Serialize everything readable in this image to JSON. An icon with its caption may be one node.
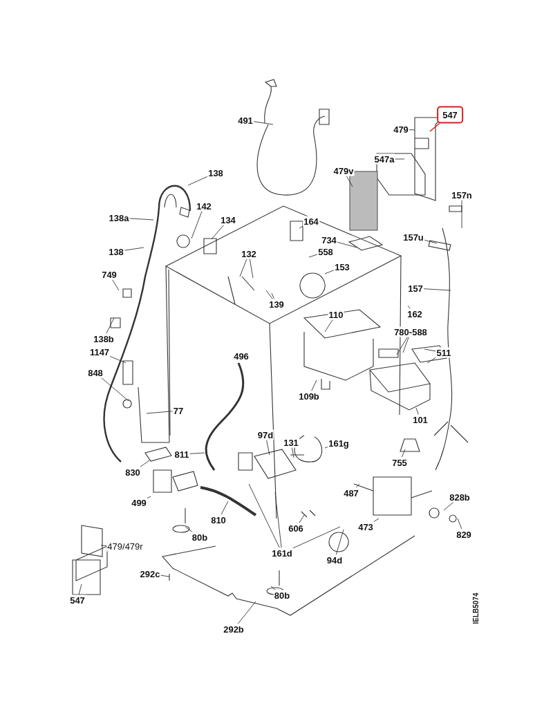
{
  "diagram": {
    "nodes": [
      {
        "text": [
          "491"
        ]
      },
      {
        "text": [
          "547"
        ]
      },
      {
        "text": [
          "479"
        ]
      },
      {
        "text": [
          "547a"
        ]
      },
      {
        "text": [
          "138"
        ]
      },
      {
        "text": [
          "479v"
        ]
      },
      {
        "text": [
          "157n"
        ]
      },
      {
        "text": [
          "142"
        ]
      },
      {
        "text": [
          "134"
        ]
      },
      {
        "text": [
          "138a"
        ]
      },
      {
        "text": [
          "164"
        ]
      },
      {
        "text": [
          "157u"
        ]
      },
      {
        "text": [
          "734"
        ]
      },
      {
        "text": [
          "138"
        ]
      },
      {
        "text": [
          "558"
        ]
      },
      {
        "text": [
          "132"
        ]
      },
      {
        "text": [
          "153"
        ]
      },
      {
        "text": [
          "749"
        ]
      },
      {
        "text": [
          "139"
        ]
      },
      {
        "text": [
          "157"
        ]
      },
      {
        "text": [
          "162"
        ]
      },
      {
        "text": [
          "110"
        ]
      },
      {
        "text": [
          "780-588"
        ]
      },
      {
        "text": [
          "138b"
        ]
      },
      {
        "text": [
          "1147"
        ]
      },
      {
        "text": [
          "511"
        ]
      },
      {
        "text": [
          "848"
        ]
      },
      {
        "text": [
          "109b"
        ]
      },
      {
        "text": [
          "77"
        ]
      },
      {
        "text": [
          "101"
        ]
      },
      {
        "text": [
          "97d"
        ]
      },
      {
        "text": [
          "131"
        ]
      },
      {
        "text": [
          "161g"
        ]
      },
      {
        "text": [
          "811"
        ]
      },
      {
        "text": [
          "755"
        ]
      },
      {
        "text": [
          "830"
        ]
      },
      {
        "text": [
          "487"
        ]
      },
      {
        "text": [
          "828b"
        ]
      },
      {
        "text": [
          "499"
        ]
      },
      {
        "text": [
          "810"
        ]
      },
      {
        "text": [
          "473"
        ]
      },
      {
        "text": [
          "606"
        ]
      },
      {
        "text": [
          "829"
        ]
      },
      {
        "text": [
          "80b"
        ]
      },
      {
        "text": [
          "479/479r"
        ]
      },
      {
        "text": [
          "161d"
        ]
      },
      {
        "text": [
          "94d"
        ]
      },
      {
        "text": [
          "292c"
        ]
      },
      {
        "text": [
          "80b"
        ]
      },
      {
        "text": [
          "547"
        ]
      },
      {
        "text": [
          "292b"
        ]
      }
    ],
    "edges": [
      {
        "from": 0,
        "to": null,
        "arrow": "none"
      },
      {
        "from": 1,
        "to": null,
        "arrow": "none",
        "color": "#d02020"
      },
      {
        "from": 2,
        "to": null,
        "arrow": "none"
      },
      {
        "from": 3,
        "to": null,
        "arrow": "none"
      },
      {
        "from": 4,
        "to": null,
        "arrow": "none"
      },
      {
        "from": 5,
        "to": null,
        "arrow": "none"
      },
      {
        "from": 6,
        "to": null,
        "arrow": "none"
      },
      {
        "from": 7,
        "to": null,
        "arrow": "none"
      },
      {
        "from": 8,
        "to": null,
        "arrow": "none"
      },
      {
        "from": 9,
        "to": null,
        "arrow": "none"
      },
      {
        "from": 10,
        "to": null,
        "arrow": "none"
      },
      {
        "from": 11,
        "to": null,
        "arrow": "none"
      },
      {
        "from": 12,
        "to": null,
        "arrow": "none"
      },
      {
        "from": 13,
        "to": null,
        "arrow": "none"
      },
      {
        "from": 14,
        "to": null,
        "arrow": "none"
      },
      {
        "from": 15,
        "to": null,
        "arrow": "none"
      },
      {
        "from": 15,
        "to": null,
        "arrow": "none"
      },
      {
        "from": 16,
        "to": null,
        "arrow": "none"
      },
      {
        "from": 17,
        "to": null,
        "arrow": "none"
      },
      {
        "from": 18,
        "to": null,
        "arrow": "none"
      },
      {
        "from": 18,
        "to": null,
        "arrow": "none"
      },
      {
        "from": 19,
        "to": null,
        "arrow": "none"
      },
      {
        "from": 20,
        "to": null,
        "arrow": "none"
      },
      {
        "from": 21,
        "to": null,
        "arrow": "none"
      },
      {
        "from": 22,
        "to": null,
        "arrow": "none"
      },
      {
        "from": 22,
        "to": null,
        "arrow": "none"
      },
      {
        "from": 23,
        "to": null,
        "arrow": "none"
      },
      {
        "from": 24,
        "to": null,
        "arrow": "none"
      },
      {
        "from": 25,
        "to": null,
        "arrow": "none"
      },
      {
        "from": 25,
        "to": null,
        "arrow": "none"
      },
      {
        "from": 26,
        "to": null,
        "arrow": "none"
      },
      {
        "from": 27,
        "to": null,
        "arrow": "none"
      },
      {
        "from": 28,
        "to": null,
        "arrow": "none"
      },
      {
        "from": 29,
        "to": null,
        "arrow": "none"
      },
      {
        "from": 30,
        "to": null,
        "arrow": "none"
      },
      {
        "from": 31,
        "to": null,
        "arrow": "none"
      },
      {
        "from": 32,
        "to": null,
        "arrow": "none"
      },
      {
        "from": 33,
        "to": null,
        "arrow": "none"
      },
      {
        "from": 34,
        "to": null,
        "arrow": "none"
      },
      {
        "from": 35,
        "to": null,
        "arrow": "none"
      },
      {
        "from": 36,
        "to": null,
        "arrow": "none"
      },
      {
        "from": 37,
        "to": null,
        "arrow": "none"
      },
      {
        "from": 38,
        "to": null,
        "arrow": "none"
      },
      {
        "from": 39,
        "to": null,
        "arrow": "none"
      },
      {
        "from": 40,
        "to": null,
        "arrow": "none"
      },
      {
        "from": 41,
        "to": null,
        "arrow": "none"
      },
      {
        "from": 42,
        "to": null,
        "arrow": "none"
      },
      {
        "from": 43,
        "to": null,
        "arrow": "none"
      },
      {
        "from": 44,
        "to": null,
        "arrow": "none"
      },
      {
        "from": 45,
        "to": null,
        "arrow": "none"
      },
      {
        "from": 45,
        "to": null,
        "arrow": "none"
      },
      {
        "from": 45,
        "to": null,
        "arrow": "none"
      },
      {
        "from": 46,
        "to": null,
        "arrow": "none"
      },
      {
        "from": 47,
        "to": null,
        "arrow": "none"
      },
      {
        "from": 48,
        "to": null,
        "arrow": "none"
      },
      {
        "from": 49,
        "to": null,
        "arrow": "none"
      },
      {
        "from": 50,
        "to": null,
        "arrow": "none"
      }
    ],
    "labels": [
      "496",
      "IELB5074"
    ]
  }
}
